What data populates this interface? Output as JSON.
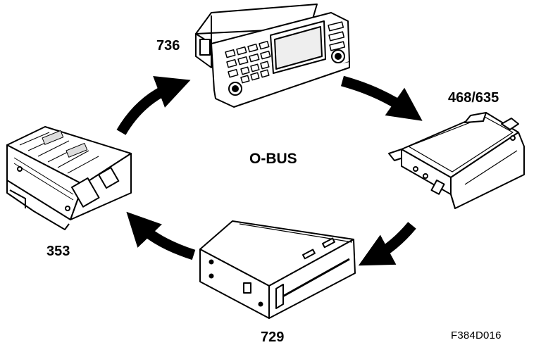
{
  "diagram": {
    "bus_label": "O-BUS",
    "units": [
      {
        "label": "736",
        "icon": "radio-head-unit-icon"
      },
      {
        "label": "468/635",
        "icon": "tray-module-icon"
      },
      {
        "label": "729",
        "icon": "cd-changer-icon"
      },
      {
        "label": "353",
        "icon": "amplifier-module-icon"
      }
    ],
    "figure_code": "F384D016",
    "arrow_color": "#000000",
    "line_color": "#000000"
  }
}
